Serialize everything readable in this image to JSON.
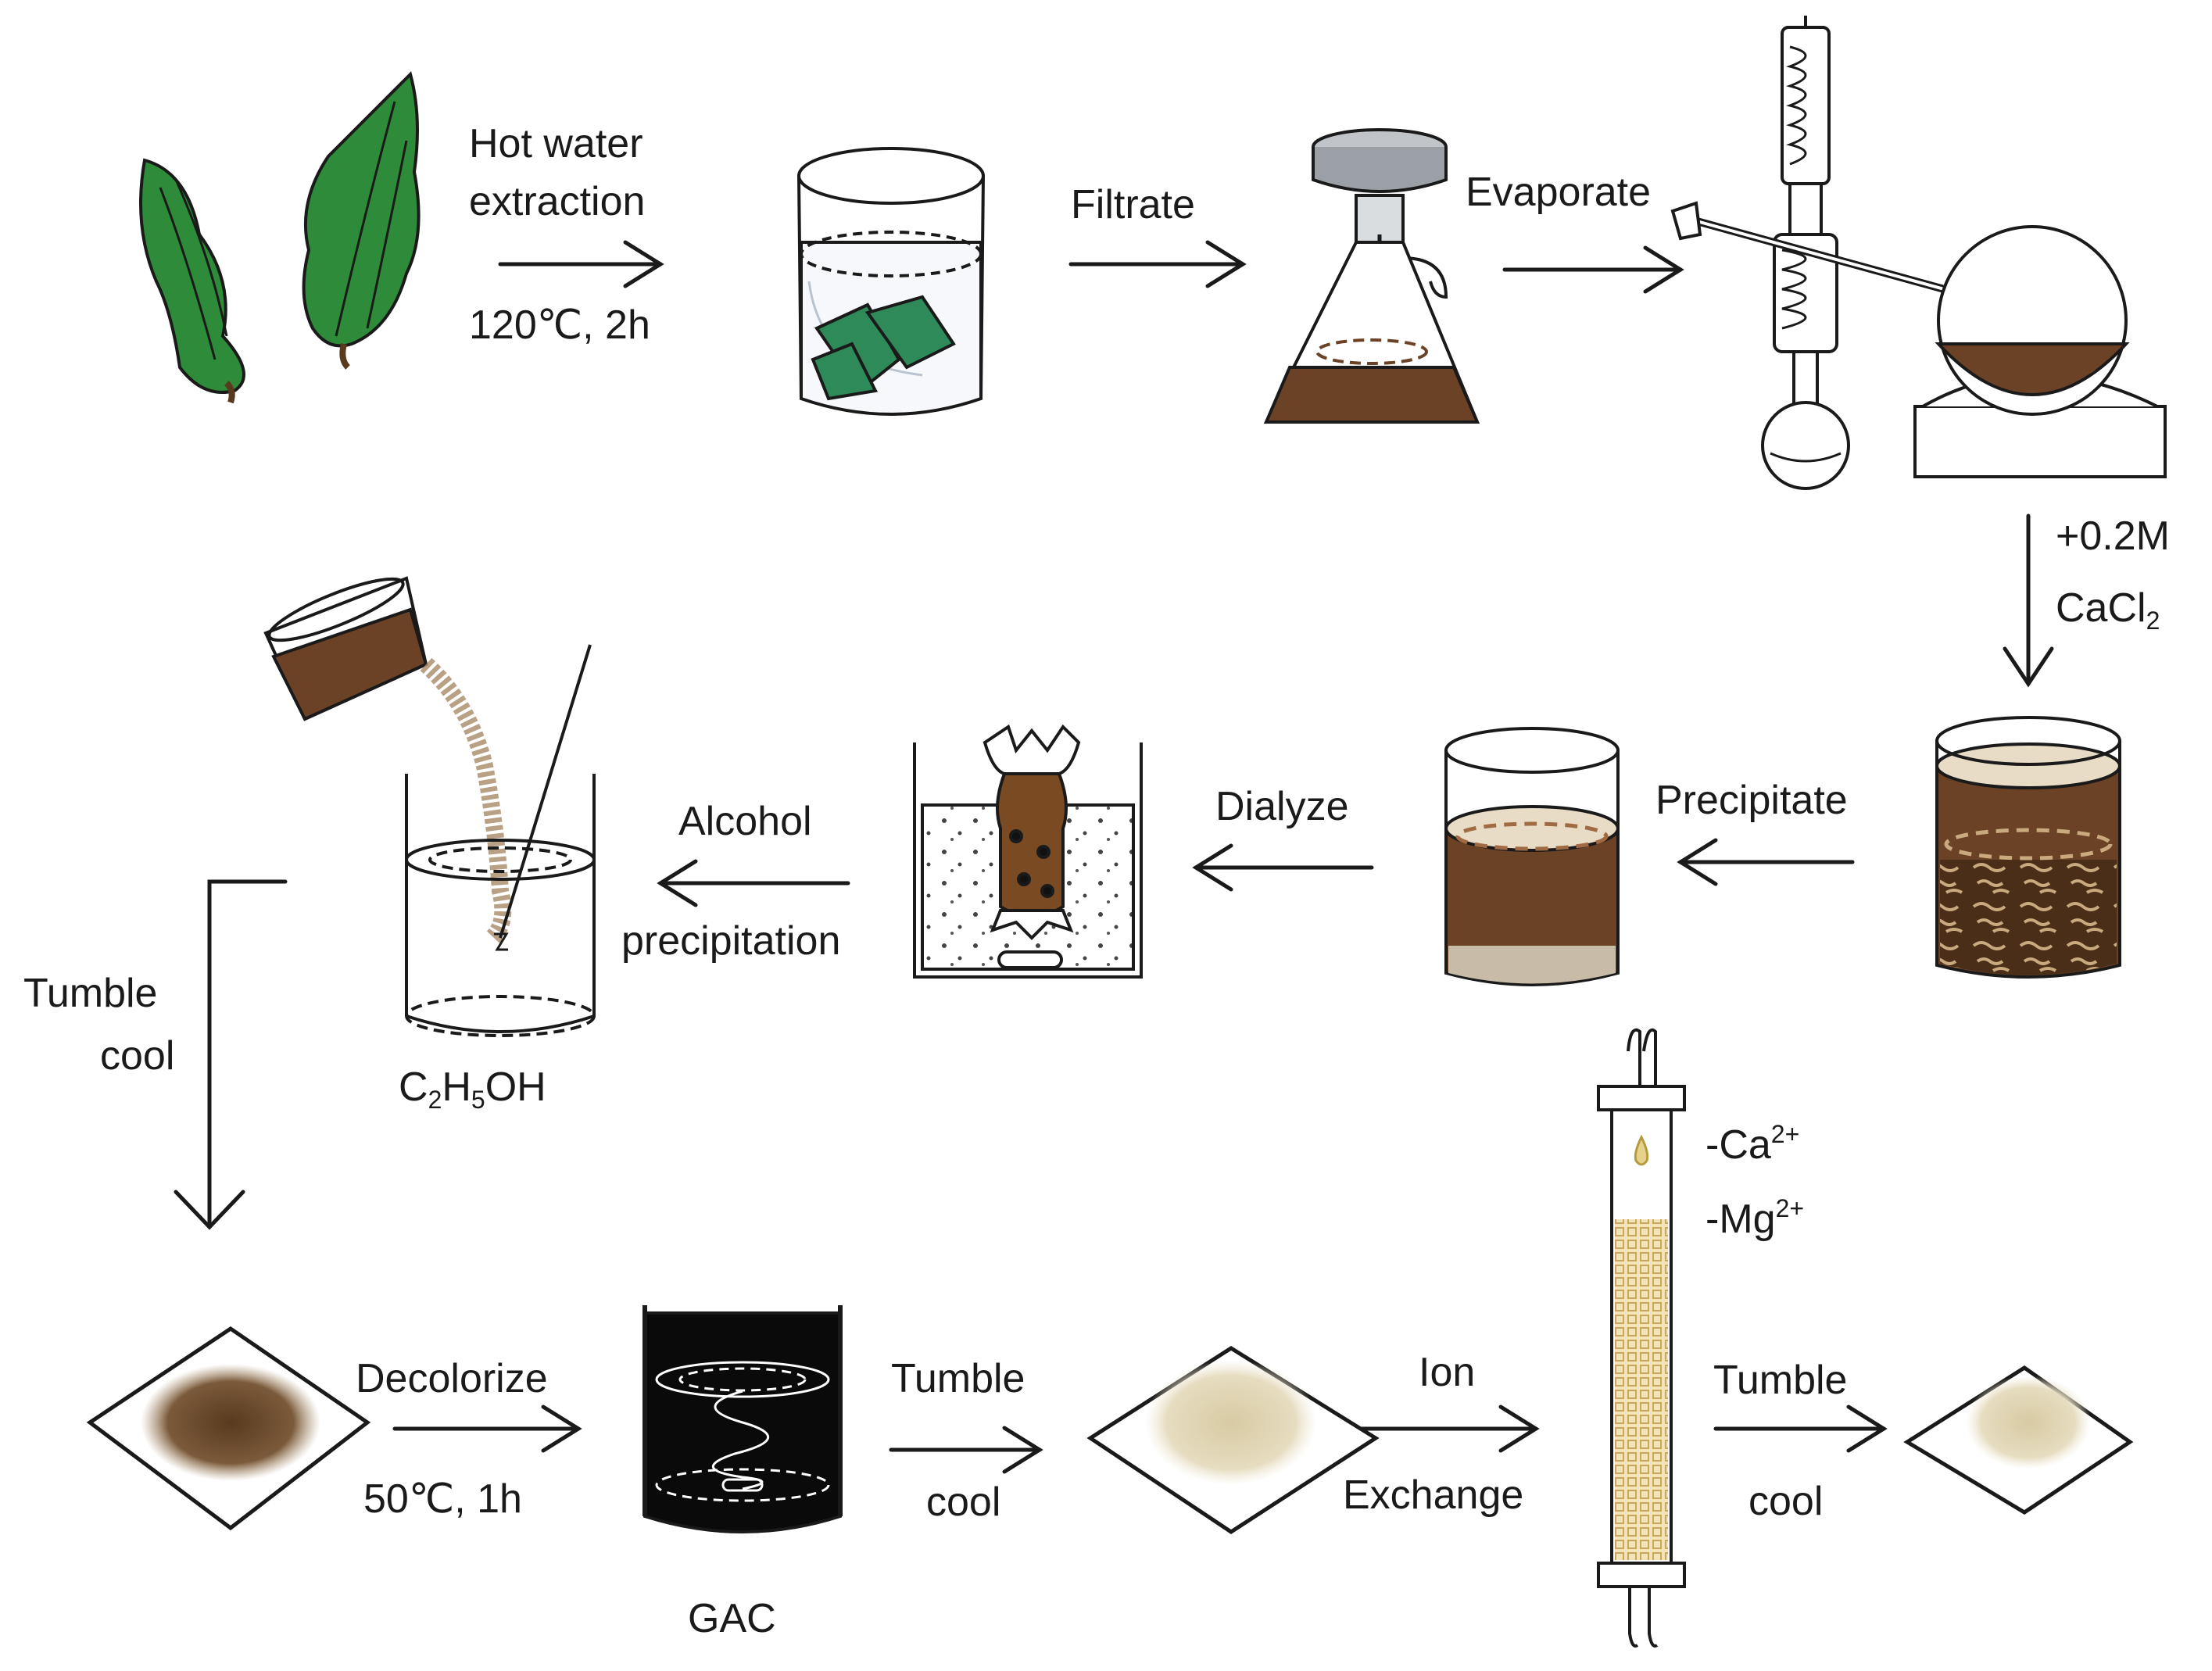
{
  "labels": {
    "hot_water_1": "Hot water",
    "hot_water_2": "extraction",
    "cond_120": "120℃,  2h",
    "filtrate": "Filtrate",
    "evaporate": "Evaporate",
    "cacl_1": "+0.2M",
    "cacl_2": "CaCl",
    "cacl_sub": "2",
    "precipitate": "Precipitate",
    "dialyze": "Dialyze",
    "alcohol_1": "Alcohol",
    "alcohol_2": "precipitation",
    "ethanol_c": "C",
    "ethanol_sub1": "2",
    "ethanol_h": "H",
    "ethanol_sub2": "5",
    "ethanol_oh": "OH",
    "tumble_1a": "Tumble",
    "cool_1b": "cool",
    "decolorize": "Decolorize",
    "cond_50": "50℃,  1h",
    "gac": "GAC",
    "tumble_2a": "Tumble",
    "cool_2b": "cool",
    "ion_1": "Ion",
    "ion_2": "Exchange",
    "ca_ion": "-Ca",
    "ca_sup": "2+",
    "mg_ion": "-Mg",
    "mg_sup": "2+",
    "tumble_3a": "Tumble",
    "cool_3b": "cool"
  },
  "colors": {
    "leaf": "#2e8b3a",
    "brown_liquid": "#6b4226",
    "light_powder": "#e6dcc0",
    "dark_powder": "#7a5a3a",
    "gac_black": "#0a0a0a"
  }
}
